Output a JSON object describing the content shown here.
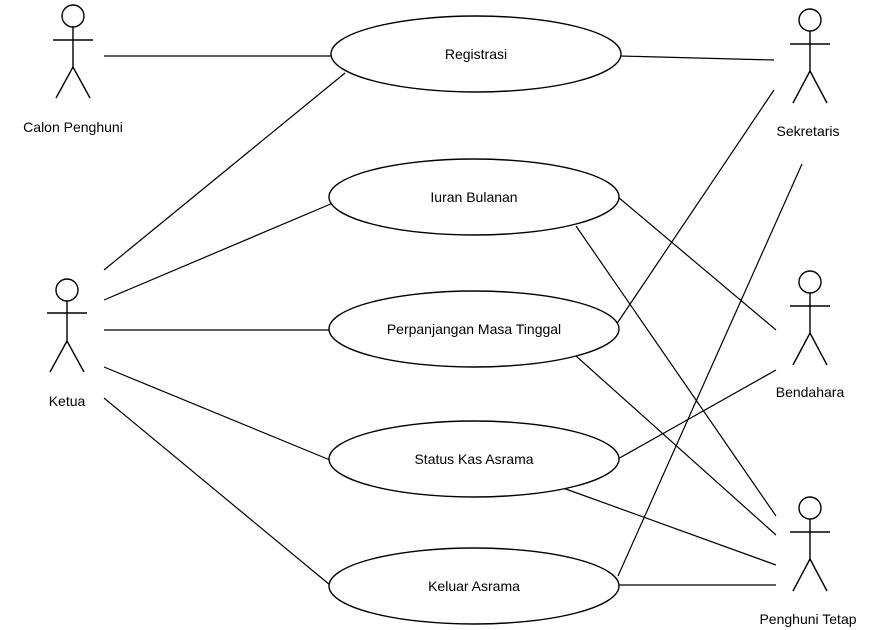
{
  "diagram": {
    "actors": [
      {
        "id": "calon",
        "label": "Calon Penghuni"
      },
      {
        "id": "ketua",
        "label": "Ketua"
      },
      {
        "id": "sekretaris",
        "label": "Sekretaris"
      },
      {
        "id": "bendahara",
        "label": "Bendahara"
      },
      {
        "id": "penghuni",
        "label": "Penghuni Tetap"
      }
    ],
    "use_cases": [
      {
        "id": "registrasi",
        "label": "Registrasi"
      },
      {
        "id": "iuran",
        "label": "Iuran Bulanan"
      },
      {
        "id": "perpanjangan",
        "label": "Perpanjangan Masa Tinggal"
      },
      {
        "id": "status",
        "label": "Status Kas Asrama"
      },
      {
        "id": "keluar",
        "label": "Keluar Asrama"
      }
    ],
    "associations": [
      [
        "calon",
        "registrasi"
      ],
      [
        "ketua",
        "registrasi"
      ],
      [
        "ketua",
        "iuran"
      ],
      [
        "ketua",
        "perpanjangan"
      ],
      [
        "ketua",
        "status"
      ],
      [
        "ketua",
        "keluar"
      ],
      [
        "registrasi",
        "sekretaris"
      ],
      [
        "perpanjangan",
        "sekretaris"
      ],
      [
        "keluar",
        "sekretaris"
      ],
      [
        "iuran",
        "bendahara"
      ],
      [
        "status",
        "bendahara"
      ],
      [
        "iuran",
        "penghuni"
      ],
      [
        "perpanjangan",
        "penghuni"
      ],
      [
        "status",
        "penghuni"
      ],
      [
        "keluar",
        "penghuni"
      ]
    ]
  }
}
